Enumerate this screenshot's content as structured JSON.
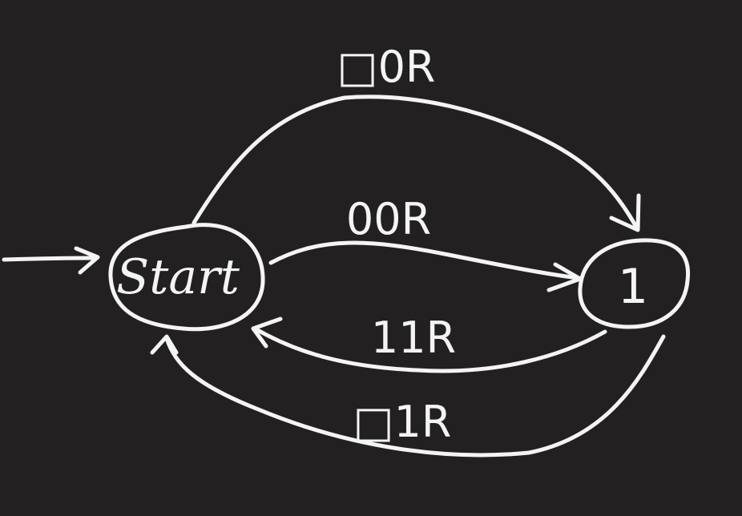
{
  "diagram": {
    "ink_color": "#f4f4f4",
    "background": "#222020",
    "states": [
      {
        "id": "start",
        "label": "Start",
        "initial": true
      },
      {
        "id": "one",
        "label": "1",
        "initial": false
      }
    ],
    "transitions": [
      {
        "from": "start",
        "to": "one",
        "label": "□0R"
      },
      {
        "from": "start",
        "to": "one",
        "label": "00R"
      },
      {
        "from": "one",
        "to": "start",
        "label": "11R"
      },
      {
        "from": "one",
        "to": "start",
        "label": "□1R"
      }
    ]
  }
}
